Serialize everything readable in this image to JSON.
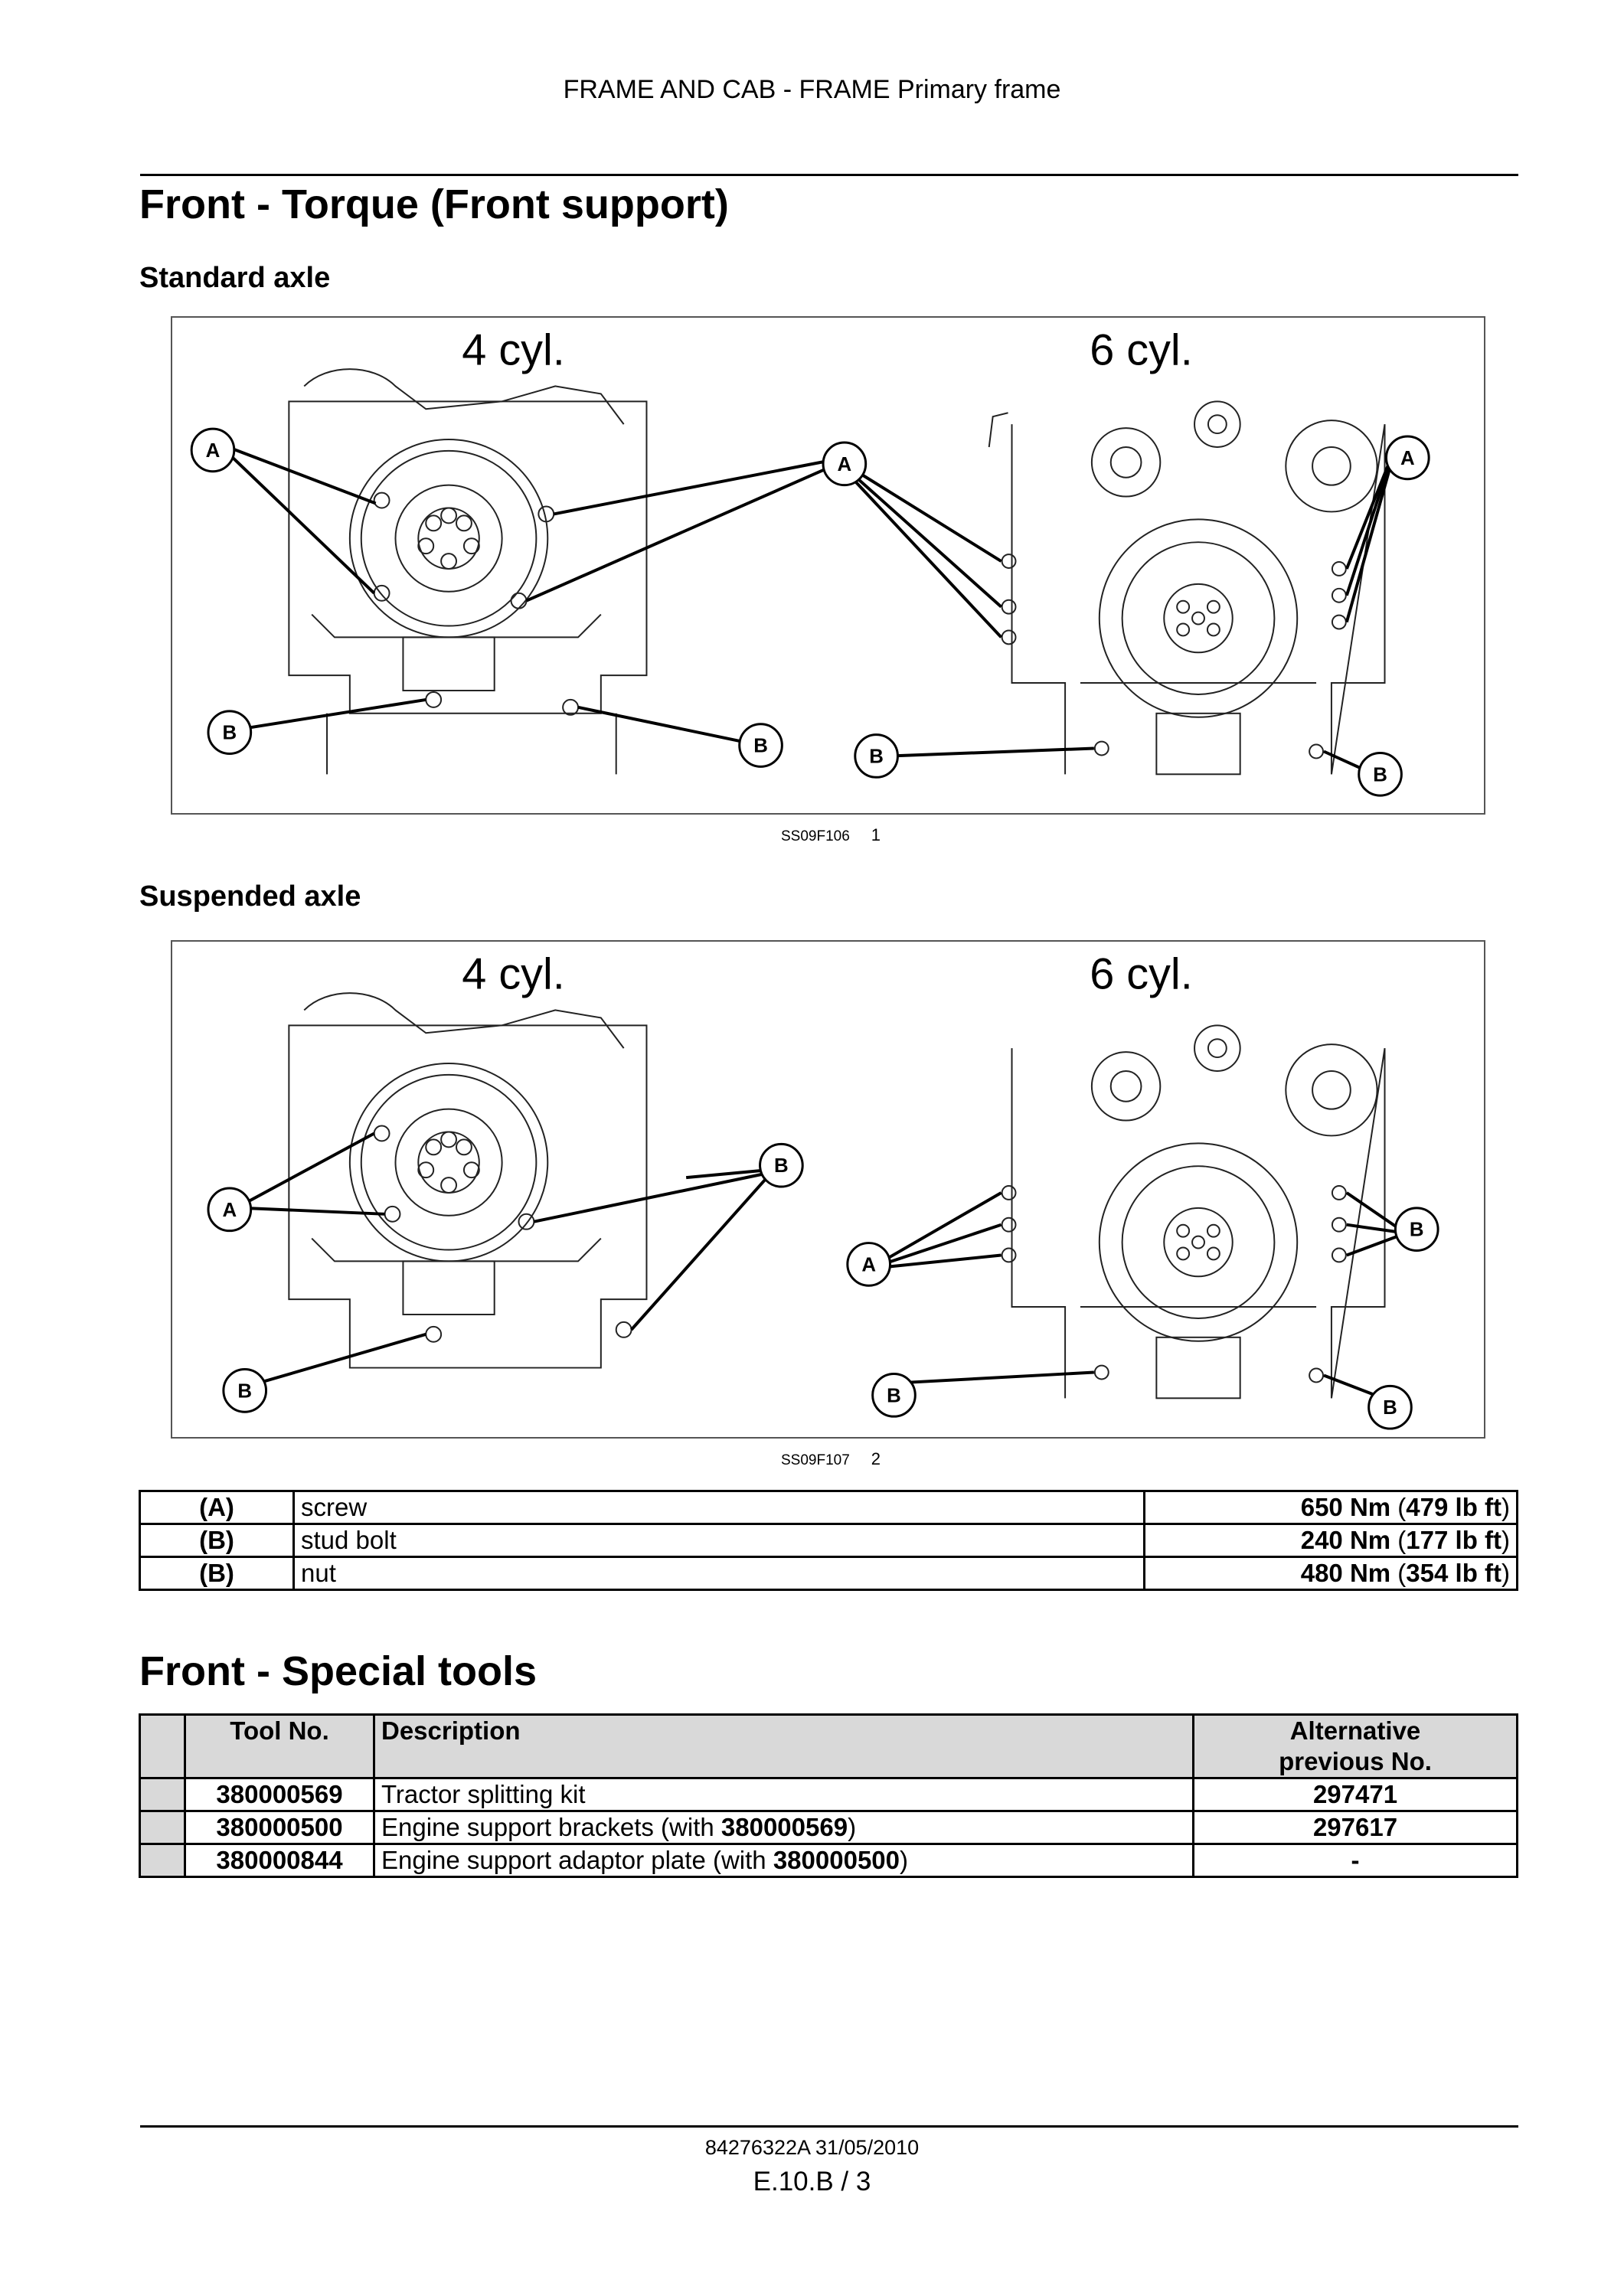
{
  "header": {
    "title": "FRAME AND CAB - FRAME Primary frame"
  },
  "section1": {
    "title": "Front - Torque (Front support)"
  },
  "figure1": {
    "subtitle": "Standard axle",
    "left_label": "4 cyl.",
    "right_label": "6 cyl.",
    "code": "SS09F106",
    "number": "1",
    "callouts": [
      "A",
      "A",
      "A",
      "B",
      "B",
      "B",
      "B"
    ]
  },
  "figure2": {
    "subtitle": "Suspended axle",
    "left_label": "4 cyl.",
    "right_label": "6 cyl.",
    "code": "SS09F107",
    "number": "2",
    "callouts": [
      "A",
      "B",
      "A",
      "B",
      "B",
      "B",
      "B"
    ]
  },
  "torque_table": {
    "rows": [
      {
        "ref": "(A)",
        "item": "screw",
        "nm": "650 Nm",
        "lbft": "479 lb ft"
      },
      {
        "ref": "(B)",
        "item": "stud bolt",
        "nm": "240 Nm",
        "lbft": "177 lb ft"
      },
      {
        "ref": "(B)",
        "item": "nut",
        "nm": "480 Nm",
        "lbft": "354 lb ft"
      }
    ]
  },
  "section2": {
    "title": "Front - Special tools"
  },
  "tools_table": {
    "headers": {
      "tool_no": "Tool No.",
      "description": "Description",
      "alt_line1": "Alternative",
      "alt_line2": "previous No."
    },
    "rows": [
      {
        "code": "380000569",
        "desc": "Tractor splitting kit",
        "ref": "",
        "alt": "297471"
      },
      {
        "code": "380000500",
        "desc": "Engine support brackets (with ",
        "ref": "380000569",
        "alt": "297617"
      },
      {
        "code": "380000844",
        "desc": "Engine support adaptor plate (with ",
        "ref": "380000500",
        "alt": "-"
      }
    ]
  },
  "footer": {
    "doc_id": "84276322A 31/05/2010",
    "page": "E.10.B / 3"
  }
}
